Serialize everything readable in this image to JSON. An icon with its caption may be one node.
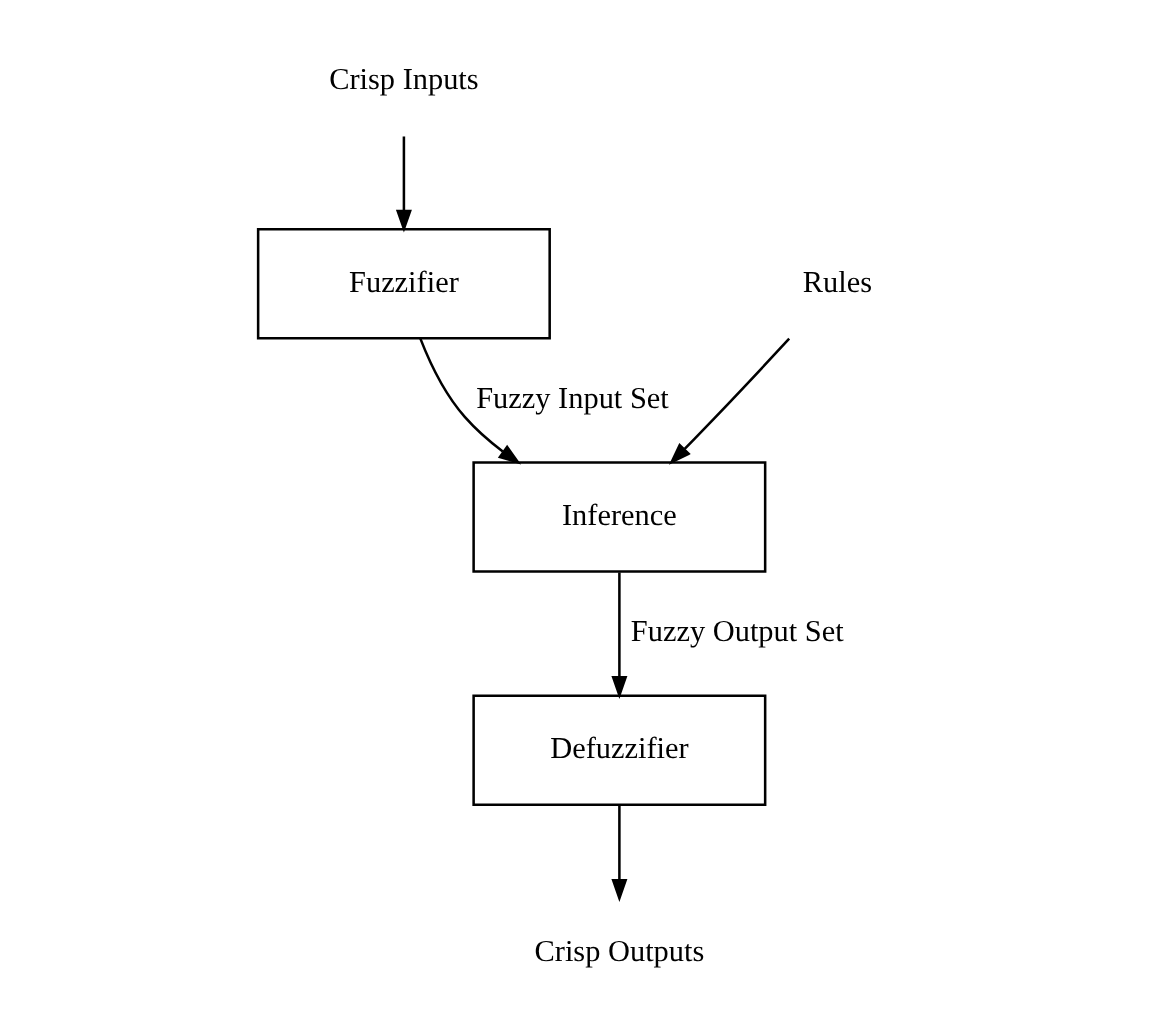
{
  "diagram": {
    "nodes": [
      {
        "text": [
          "Crisp Inputs"
        ]
      },
      {
        "text": [
          "Fuzzifier"
        ]
      },
      {
        "text": [
          "Inference"
        ]
      },
      {
        "text": [
          "Defuzzifier"
        ]
      },
      {
        "text": [
          "Crisp Outputs"
        ]
      },
      {
        "text": [
          "Rules"
        ]
      }
    ],
    "edges": [
      {
        "from": 0,
        "to": 1,
        "arrow": "to"
      },
      {
        "from": 1,
        "to": 2,
        "arrow": "to",
        "label": "Fuzzy Input Set"
      },
      {
        "from": 5,
        "to": 2,
        "arrow": "to"
      },
      {
        "from": 2,
        "to": 3,
        "arrow": "to",
        "label": "Fuzzy Output Set"
      },
      {
        "from": 3,
        "to": 4,
        "arrow": "to"
      }
    ]
  }
}
